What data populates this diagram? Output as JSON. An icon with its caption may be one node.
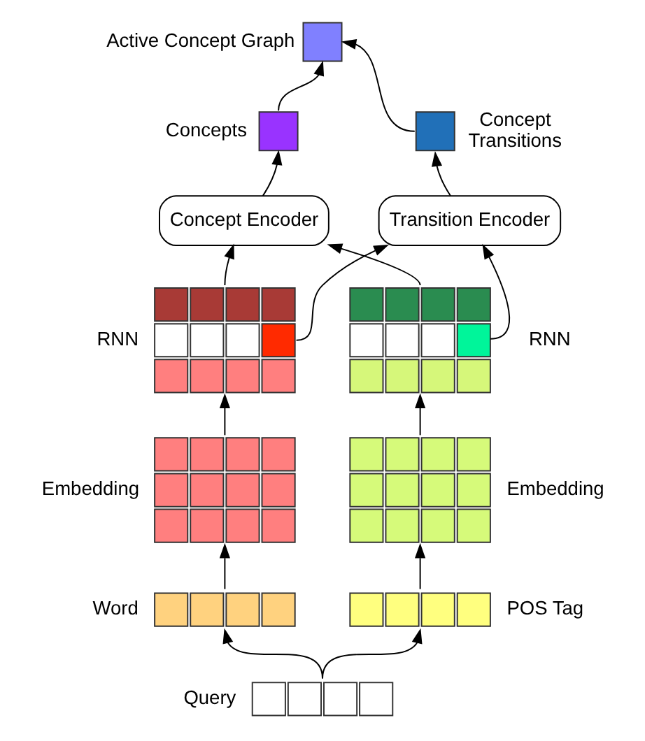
{
  "diagram": {
    "nodes": [
      {
        "text": [],
        "shape": "box",
        "beside": [
          "Active Concept Graph"
        ]
      },
      {
        "text": [],
        "shape": "box",
        "beside": [
          "Concepts"
        ]
      },
      {
        "text": [],
        "shape": "box",
        "beside": [
          "Concept Transitions"
        ]
      },
      {
        "text": [
          "Concept Encoder"
        ]
      },
      {
        "text": [
          "Transition Encoder"
        ]
      },
      {
        "text": [],
        "shape": "grid",
        "beside": [
          "RNN"
        ]
      },
      {
        "text": [],
        "shape": "grid",
        "beside": [
          "RNN"
        ]
      },
      {
        "text": [],
        "shape": "grid",
        "beside": [
          "Embedding"
        ]
      },
      {
        "text": [],
        "shape": "grid",
        "beside": [
          "Embedding"
        ]
      },
      {
        "text": [],
        "shape": "grid",
        "beside": [
          "Word"
        ]
      },
      {
        "text": [],
        "shape": "grid",
        "beside": [
          "POS Tag"
        ]
      },
      {
        "text": [],
        "shape": "grid",
        "beside": [
          "Query"
        ]
      }
    ],
    "edges": [
      {
        "from": 1,
        "to": 0,
        "arrow": "to"
      },
      {
        "from": 2,
        "to": 0,
        "arrow": "to"
      },
      {
        "from": 3,
        "to": 1,
        "arrow": "to"
      },
      {
        "from": 4,
        "to": 2,
        "arrow": "to"
      },
      {
        "from": 5,
        "to": 3,
        "arrow": "to"
      },
      {
        "from": 6,
        "to": 3,
        "arrow": "to"
      },
      {
        "from": 5,
        "to": 4,
        "arrow": "to"
      },
      {
        "from": 6,
        "to": 4,
        "arrow": "to"
      },
      {
        "from": 7,
        "to": 5,
        "arrow": "to"
      },
      {
        "from": 8,
        "to": 6,
        "arrow": "to"
      },
      {
        "from": 9,
        "to": 7,
        "arrow": "to"
      },
      {
        "from": 10,
        "to": 8,
        "arrow": "to"
      },
      {
        "from": 11,
        "to": 9,
        "arrow": "to"
      },
      {
        "from": 11,
        "to": 10,
        "arrow": "to"
      }
    ]
  }
}
